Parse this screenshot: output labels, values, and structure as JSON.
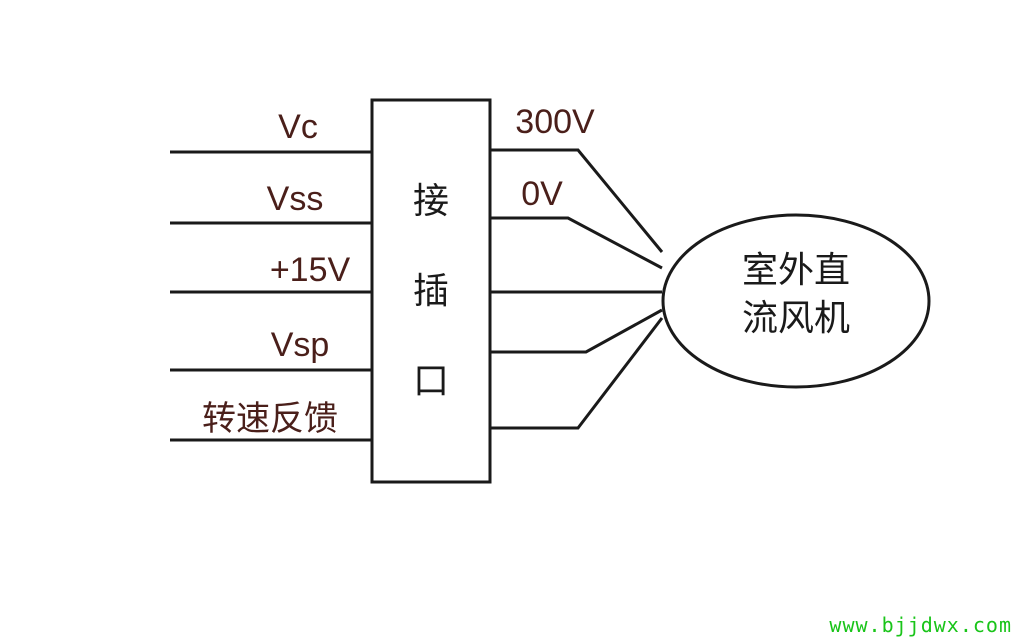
{
  "left_labels": [
    "Vc",
    "Vss",
    "+15V",
    "Vsp",
    "转速反馈"
  ],
  "connector_chars": [
    "接",
    "插",
    "口"
  ],
  "right_labels": [
    "300V",
    "0V"
  ],
  "motor": {
    "line1": "室外直",
    "line2": "流风机"
  },
  "watermark": "www.bjjdwx.com"
}
